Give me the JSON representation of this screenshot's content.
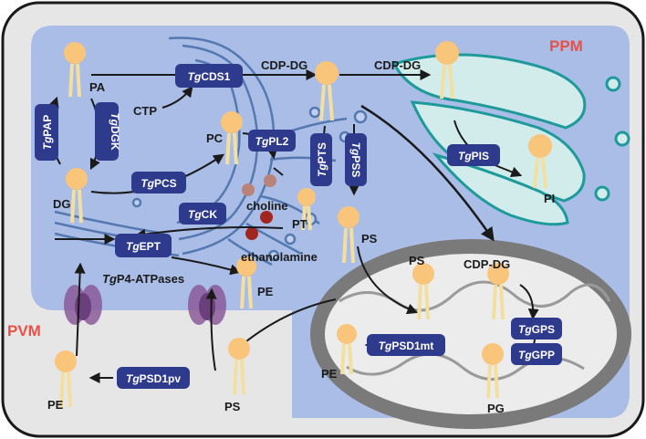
{
  "regions": {
    "ppm": "PPM",
    "pvm": "PVM"
  },
  "colors": {
    "outer": "#e6e6e6",
    "cytoplasm": "#a9bde6",
    "er": "#bfd0ee",
    "er_stroke": "#5478b0",
    "apicoplast": "#d2ecec",
    "apicoplast_stroke": "#1e9a9a",
    "mito_outer": "#7a7a7a",
    "mito_inner": "#ececec",
    "enzyme": "#2e3a8c",
    "lipid_head": "#f8c57a",
    "lipid_tail": "#f3dfa0",
    "region_text": "#e8504a",
    "channel": "#8a5a9a",
    "choline": "#b9837a",
    "ethanolamine": "#a3261e"
  },
  "lipids": {
    "pa": "PA",
    "dg": "DG",
    "pc": "PC",
    "pt": "PT",
    "ps_er": "PS",
    "pe_er": "PE",
    "pi": "PI",
    "ps_mito": "PS",
    "pe_mito": "PE",
    "pg": "PG",
    "pe_pvm": "PE",
    "ps_pvm": "PS"
  },
  "metabolites": {
    "cdp_dg_1": "CDP-DG",
    "cdp_dg_2": "CDP-DG",
    "cdp_dg_3": "CDP-DG",
    "ctp": "CTP",
    "choline": "choline",
    "ethanolamine": "ethanolamine"
  },
  "enzymes": {
    "cds1": {
      "prefix": "Tg",
      "name": "CDS1"
    },
    "pap": {
      "prefix": "Tg",
      "name": "PAP"
    },
    "dgk": {
      "prefix": "Tg",
      "name": "DGK"
    },
    "pl2": {
      "prefix": "Tg",
      "name": "PL2"
    },
    "pts": {
      "prefix": "Tg",
      "name": "PTS"
    },
    "pss": {
      "prefix": "Tg",
      "name": "PSS"
    },
    "pcs": {
      "prefix": "Tg",
      "name": "PCS"
    },
    "ck": {
      "prefix": "Tg",
      "name": "CK"
    },
    "ept": {
      "prefix": "Tg",
      "name": "EPT"
    },
    "pis": {
      "prefix": "Tg",
      "name": "PIS"
    },
    "gps": {
      "prefix": "Tg",
      "name": "GPS"
    },
    "gpp": {
      "prefix": "Tg",
      "name": "GPP"
    },
    "psd1mt": {
      "prefix": "Tg",
      "name": "PSD1mt"
    },
    "psd1pv": {
      "prefix": "Tg",
      "name": "PSD1pv"
    }
  },
  "transporter": {
    "prefix": "Tg",
    "name": "P4-ATPases"
  }
}
